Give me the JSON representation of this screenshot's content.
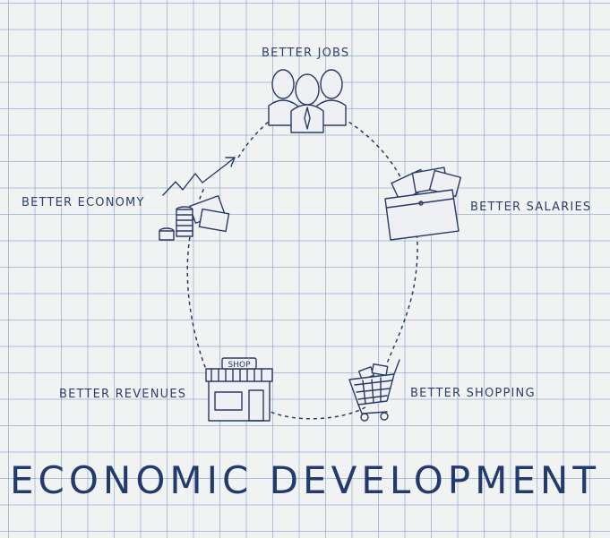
{
  "diagram": {
    "nodes": [
      {
        "id": "jobs",
        "label": "BETTER JOBS",
        "icon": "people-icon"
      },
      {
        "id": "salaries",
        "label": "BETTER SALARIES",
        "icon": "wallet-money-icon"
      },
      {
        "id": "shopping",
        "label": "BETTER SHOPPING",
        "icon": "shopping-cart-icon"
      },
      {
        "id": "revenues",
        "label": "BETTER REVENUES",
        "icon": "shop-icon"
      },
      {
        "id": "economy",
        "label": "BETTER ECONOMY",
        "icon": "growth-money-icon"
      }
    ],
    "shop_sign": "SHOP",
    "title": "ECONOMIC DEVELOPMENT"
  },
  "colors": {
    "ink": "#2a3a66",
    "grid": "#7694c4",
    "paper": "#f1f3f2"
  }
}
